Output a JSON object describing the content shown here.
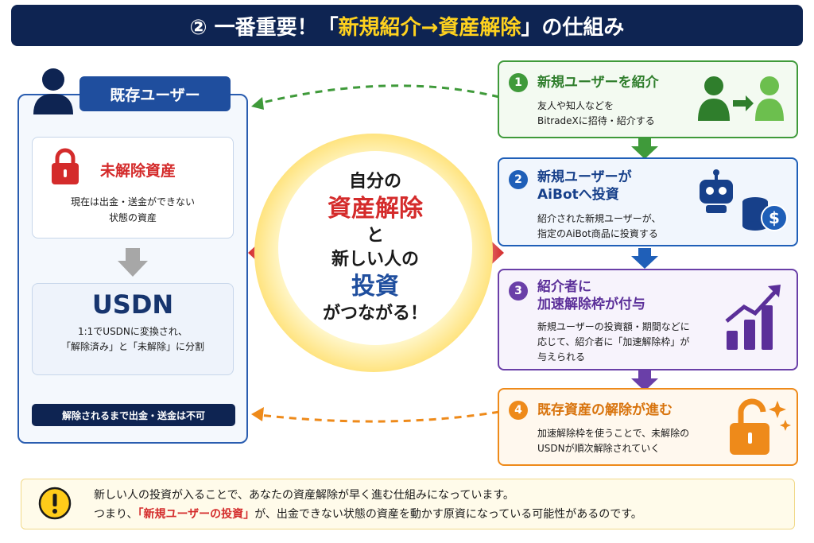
{
  "header": {
    "prefix": "② 一番重要！「",
    "highlight": "新規紹介→資産解除",
    "suffix": "」の仕組み"
  },
  "left": {
    "tab_label": "既存ユーザー",
    "locked": {
      "title": "未解除資産",
      "desc1": "現在は出金・送金ができない",
      "desc2": "状態の資産"
    },
    "usdn": {
      "title": "USDN",
      "desc1": "1:1でUSDNに変換され、",
      "desc2": "「解除済み」と「未解除」に分割"
    },
    "note": "解除されるまで出金・送金は不可"
  },
  "center": {
    "l1": "自分の",
    "l2": "資産解除",
    "l3": "と",
    "l4": "新しい人の",
    "l5": "投資",
    "l6": "がつながる！"
  },
  "steps": [
    {
      "num": "1",
      "title": "新規ユーザーを紹介",
      "desc1": "友人や知人などを",
      "desc2": "BitradeXに招待・紹介する",
      "color": "#3f9a3a"
    },
    {
      "num": "2",
      "title1": "新規ユーザーが",
      "title2": "AiBotへ投資",
      "desc1": "紹介された新規ユーザーが、",
      "desc2": "指定のAiBot商品に投資する",
      "color": "#1f5fb8"
    },
    {
      "num": "3",
      "title1": "紹介者に",
      "title2": "加速解除枠が付与",
      "desc1": "新規ユーザーの投資額・期間などに",
      "desc2": "応じて、紹介者に「加速解除枠」が",
      "desc3": "与えられる",
      "color": "#6a3fa8"
    },
    {
      "num": "4",
      "title": "既存資産の解除が進む",
      "desc1": "加速解除枠を使うことで、未解除の",
      "desc2": "USDNが順次解除されていく",
      "color": "#ee8a1a"
    }
  ],
  "bottom": {
    "line1": "新しい人の投資が入ることで、あなたの資産解除が早く進む仕組みになっています。",
    "line2a": "つまり、",
    "line2b": "「新規ユーザーの投資」",
    "line2c": "が、出金できない状態の資産を動かす原資になっている可能性があるのです。"
  },
  "icons": [
    "user-icon",
    "lock-icon",
    "users-arrow-icon",
    "robot-icon",
    "coins-icon",
    "growth-chart-icon",
    "unlock-icon",
    "warning-icon"
  ]
}
